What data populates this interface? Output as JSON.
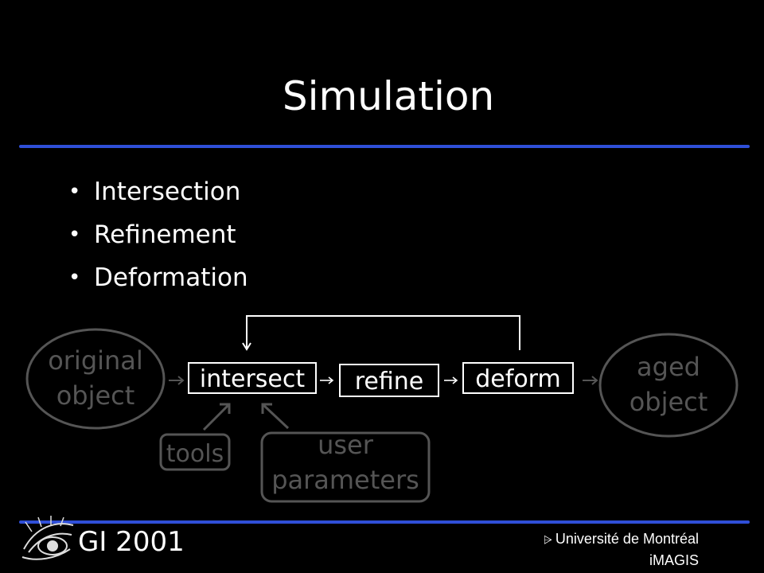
{
  "slide": {
    "title": "Simulation",
    "bullets": [
      "Intersection",
      "Refinement",
      "Deformation"
    ]
  },
  "diagram": {
    "input": [
      "original",
      "object"
    ],
    "output": [
      "aged",
      "object"
    ],
    "stages": [
      "intersect",
      "refine",
      "deform"
    ],
    "inputs_below": {
      "tools": "tools",
      "user_parameters": [
        "user",
        "parameters"
      ]
    }
  },
  "footer": {
    "conference": "GI 2001",
    "university": "Université de Montréal",
    "lab": "iMAGIS"
  },
  "colors": {
    "background": "#000000",
    "rule": "#2f4fd8",
    "muted": "#555555",
    "box_border": "#ffffff"
  },
  "icons": [
    "eye-logo-icon",
    "crest-icon",
    "arrow-right-icon",
    "arrow-down-icon"
  ]
}
